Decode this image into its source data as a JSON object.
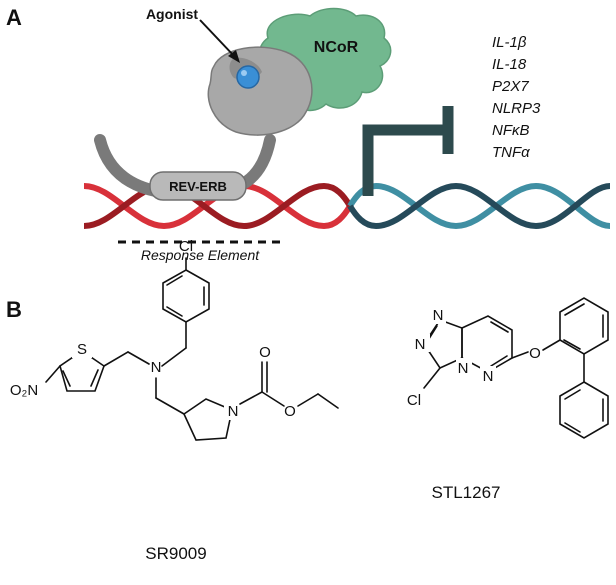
{
  "panel_a": {
    "letter": "A",
    "agonist_label": "Agonist",
    "corepressor_label": "NCoR",
    "receptor_label": "REV-ERB",
    "response_element_label": "Response Element",
    "target_genes": [
      "IL-1β",
      "IL-18",
      "P2X7",
      "NLRP3",
      "NFκB",
      "TNFα"
    ]
  },
  "panel_b": {
    "letter": "B",
    "compounds": [
      {
        "name": "SR9009",
        "atoms": [
          "Cl",
          "S",
          "N",
          "N",
          "O",
          "O"
        ],
        "nitro_label": "O₂N"
      },
      {
        "name": "STL1267",
        "atoms": [
          "N",
          "N",
          "N",
          "N",
          "O",
          "Cl"
        ]
      }
    ]
  },
  "colors": {
    "dna_red": "#d8313a",
    "dna_dark_red": "#9b1c22",
    "dna_teal": "#3f8fa3",
    "dna_dark_teal": "#254a5a",
    "repressor_arrow": "#2d4a4d",
    "ncor_green": "#72b88f",
    "receptor_gray": "#a8a8a8",
    "agonist_blue": "#3a8fd6"
  }
}
